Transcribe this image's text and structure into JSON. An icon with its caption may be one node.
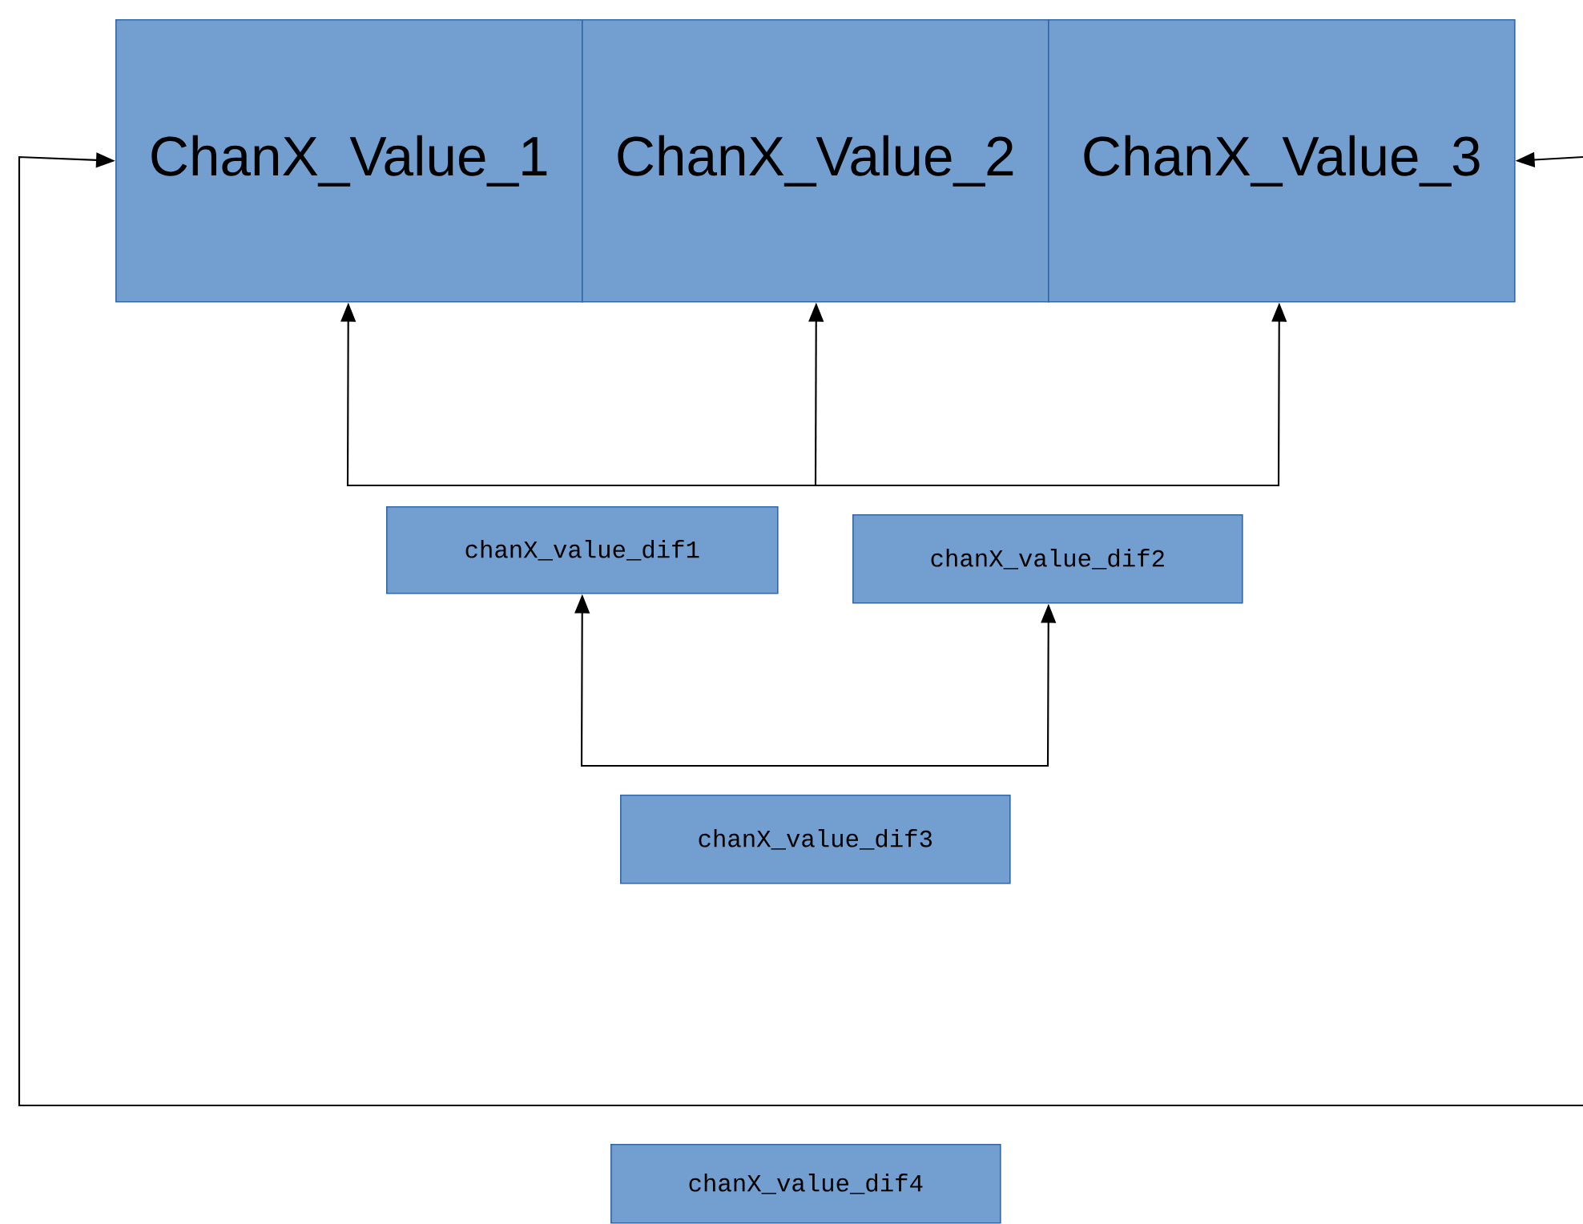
{
  "diagram": {
    "nodes": [
      {
        "text": [
          "ChanX_Value_1"
        ]
      },
      {
        "text": [
          "ChanX_Value_2"
        ]
      },
      {
        "text": [
          "ChanX_Value_3"
        ]
      },
      {
        "text": [
          "chanX_value_dif1"
        ]
      },
      {
        "text": [
          "chanX_value_dif2"
        ]
      },
      {
        "text": [
          "chanX_value_dif3"
        ]
      },
      {
        "text": [
          "chanX_value_dif4"
        ]
      }
    ],
    "edges": [
      {
        "from": null,
        "to": 0,
        "arrow": "to"
      },
      {
        "from": null,
        "to": 1,
        "arrow": "to"
      },
      {
        "from": null,
        "to": 2,
        "arrow": "to"
      },
      {
        "from": null,
        "to": 3,
        "arrow": "to"
      },
      {
        "from": null,
        "to": 4,
        "arrow": "to"
      },
      {
        "from": null,
        "to": 0,
        "arrow": "to"
      },
      {
        "from": null,
        "to": 2,
        "arrow": "to"
      }
    ]
  }
}
